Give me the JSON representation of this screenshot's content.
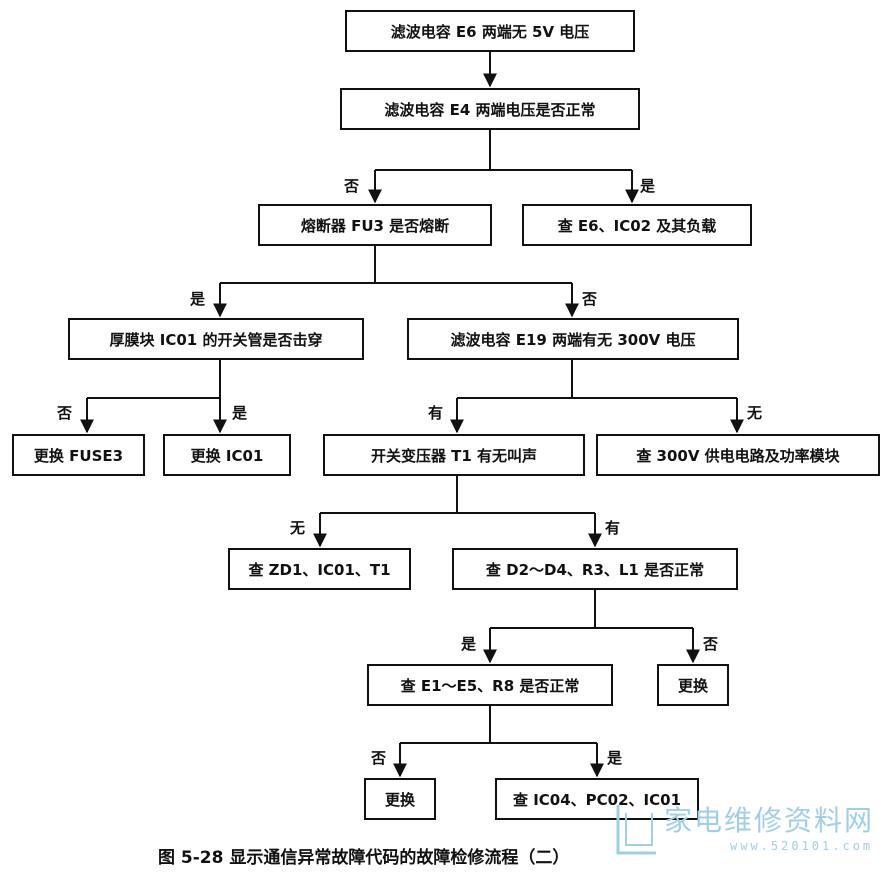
{
  "nodes": {
    "n1": "滤波电容 E6 两端无 5V 电压",
    "n2": "滤波电容 E4 两端电压是否正常",
    "n3": "熔断器 FU3 是否熔断",
    "n4": "查 E6、IC02 及其负载",
    "n5": "厚膜块 IC01 的开关管是否击穿",
    "n6": "滤波电容 E19 两端有无 300V 电压",
    "n7": "更换 FUSE3",
    "n8": "更换 IC01",
    "n9": "开关变压器 T1 有无叫声",
    "n10": "查 300V 供电电路及功率模块",
    "n11": "查 ZD1、IC01、T1",
    "n12": "查 D2～D4、R3、L1 是否正常",
    "n13": "查 E1～E5、R8 是否正常",
    "n14": "更换",
    "n15": "更换",
    "n16": "查 IC04、PC02、IC01"
  },
  "labels": {
    "e2_3": "否",
    "e2_4": "是",
    "e3_5": "是",
    "e3_6": "否",
    "e5_7": "否",
    "e5_8": "是",
    "e6_9": "有",
    "e6_10": "无",
    "e9_11": "无",
    "e9_12": "有",
    "e12_13": "是",
    "e12_14": "否",
    "e13_15": "否",
    "e13_16": "是"
  },
  "caption": "图 5-28   显示通信异常故障代码的故障检修流程（二）",
  "watermark": {
    "text": "家电维修资料网",
    "url": "www.520101.com",
    "color": "#9ecfe6"
  }
}
